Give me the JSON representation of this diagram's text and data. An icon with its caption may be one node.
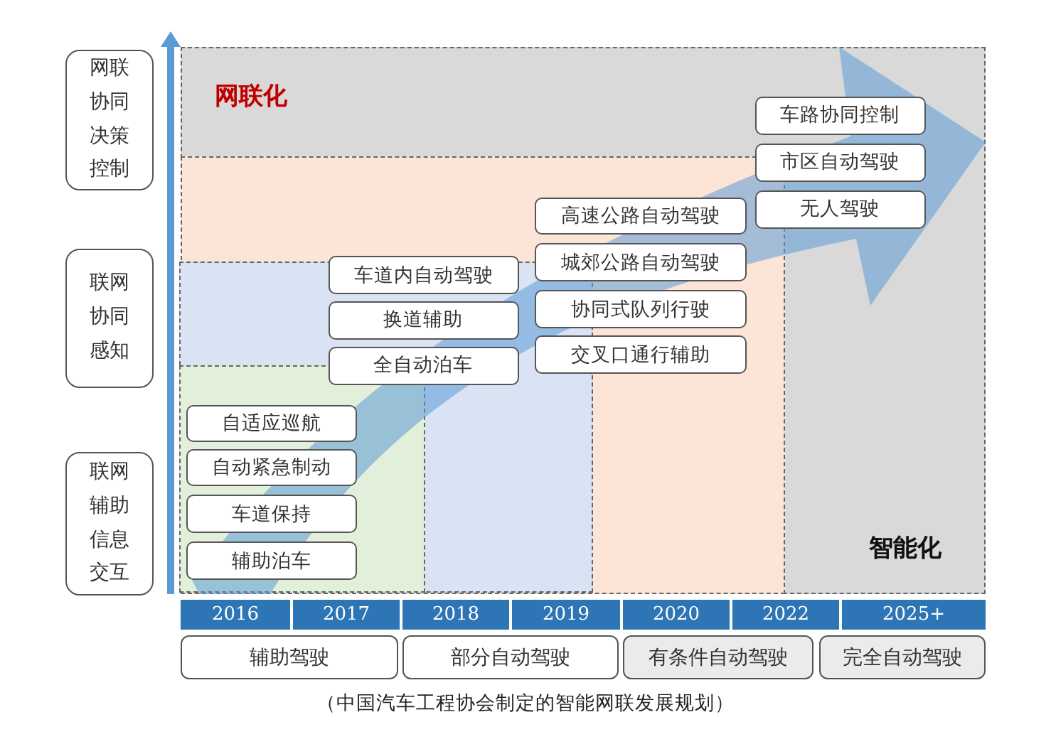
{
  "diagram": {
    "caption": "（中国汽车工程协会制定的智能网联发展规划）",
    "nodes": [
      {
        "text": [
          "网联协同决策控制"
        ]
      },
      {
        "text": [
          "联网协同感知"
        ]
      },
      {
        "text": [
          "联网辅助信息交互"
        ]
      },
      {
        "text": [
          "网联化",
          "智能化"
        ]
      },
      {
        "text": [],
        "shape": "box",
        "in": 3
      },
      {
        "text": [],
        "shape": "box",
        "in": 4
      },
      {
        "text": [],
        "shape": "box",
        "in": 5
      },
      {
        "text": [
          "自适应巡航"
        ],
        "in": 6
      },
      {
        "text": [
          "自动紧急制动"
        ],
        "in": 6
      },
      {
        "text": [
          "车道保持"
        ],
        "in": 6
      },
      {
        "text": [
          "辅助泊车"
        ],
        "in": 6
      },
      {
        "text": [
          "车道内自动驾驶"
        ],
        "in": 4
      },
      {
        "text": [
          "换道辅助"
        ],
        "in": 5
      },
      {
        "text": [
          "全自动泊车"
        ],
        "in": 5
      },
      {
        "text": [
          "高速公路自动驾驶"
        ],
        "in": 4
      },
      {
        "text": [
          "城郊公路自动驾驶"
        ],
        "in": 4
      },
      {
        "text": [
          "协同式队列行驶"
        ],
        "in": 4
      },
      {
        "text": [
          "交叉口通行辅助"
        ],
        "in": 4
      },
      {
        "text": [
          "车路协同控制"
        ],
        "in": 3
      },
      {
        "text": [
          "市区自动驾驶"
        ],
        "in": 3
      },
      {
        "text": [
          "无人驾驶"
        ],
        "in": 3
      },
      {
        "text": [
          "辅助驾驶"
        ]
      },
      {
        "text": [
          "部分自动驾驶"
        ]
      },
      {
        "text": [
          "有条件自动驾驶"
        ]
      },
      {
        "text": [
          "完全自动驾驶"
        ]
      }
    ],
    "labels": [
      "2016",
      "2017",
      "2018",
      "2019",
      "2020",
      "2022",
      "2025+"
    ]
  }
}
